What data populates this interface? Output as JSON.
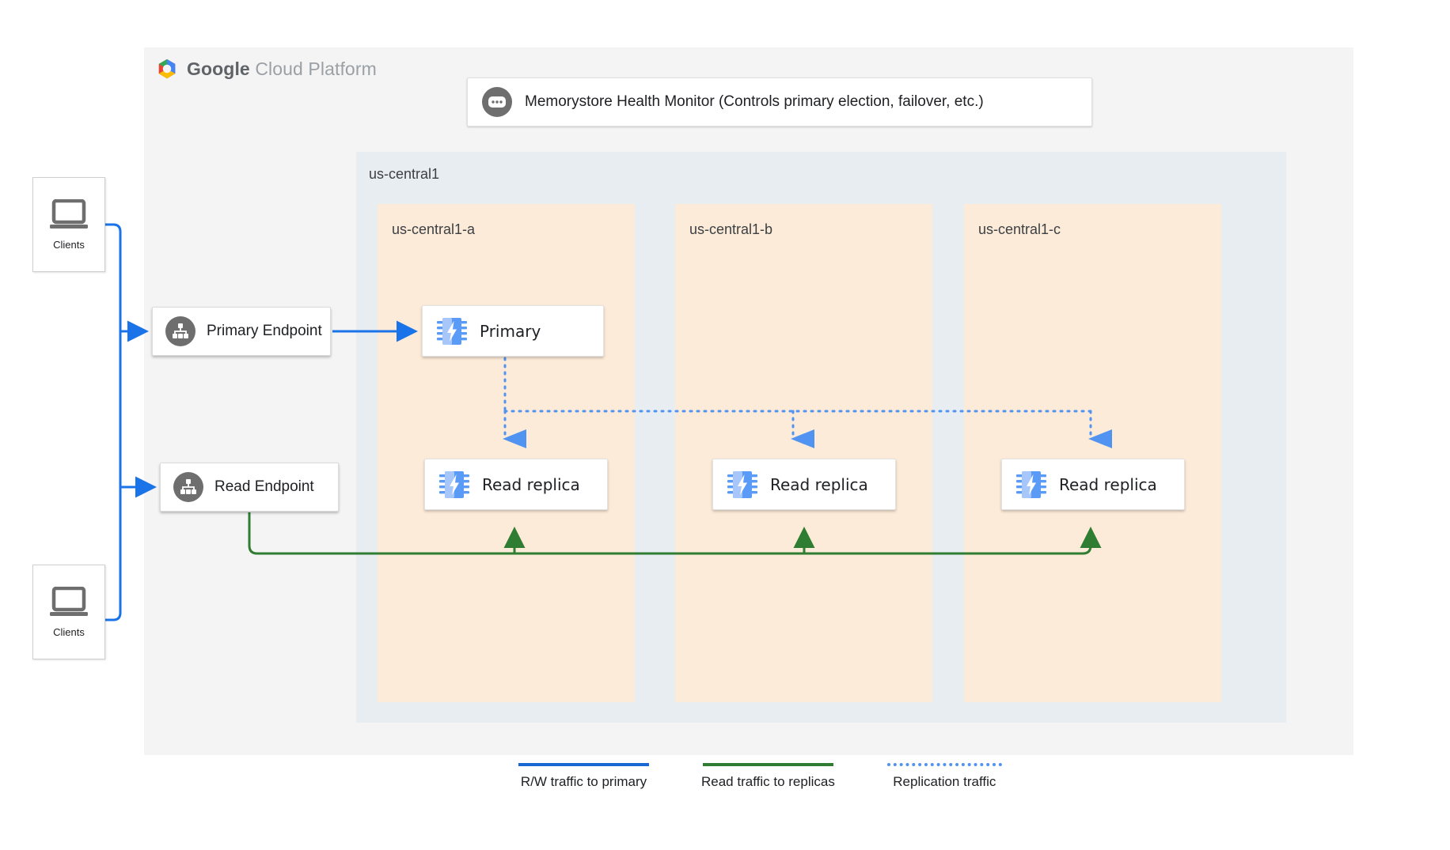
{
  "brand": {
    "name_bold": "Google",
    "name_light": "Cloud Platform",
    "logo_icon": "google-cloud-hexagon-logo"
  },
  "health_monitor": {
    "icon": "health-monitor-icon",
    "label": "Memorystore Health Monitor (Controls primary election, failover, etc.)"
  },
  "region": {
    "label": "us-central1",
    "background_color": "#E8EDF2",
    "zones": [
      {
        "label": "us-central1-a",
        "background_color": "#FDEBD9"
      },
      {
        "label": "us-central1-b",
        "background_color": "#FDEBD9"
      },
      {
        "label": "us-central1-c",
        "background_color": "#FDEBD9"
      }
    ]
  },
  "nodes": {
    "primary": {
      "label": "Primary",
      "icon": "memorystore-chip-icon",
      "zone": "us-central1-a"
    },
    "replica_a": {
      "label": "Read replica",
      "icon": "memorystore-chip-icon",
      "zone": "us-central1-a"
    },
    "replica_b": {
      "label": "Read replica",
      "icon": "memorystore-chip-icon",
      "zone": "us-central1-b"
    },
    "replica_c": {
      "label": "Read replica",
      "icon": "memorystore-chip-icon",
      "zone": "us-central1-c"
    }
  },
  "endpoints": {
    "primary": {
      "label": "Primary Endpoint",
      "icon": "endpoint-network-icon"
    },
    "read": {
      "label": "Read Endpoint",
      "icon": "endpoint-network-icon"
    }
  },
  "clients": [
    {
      "label": "Clients",
      "icon": "laptop-icon"
    },
    {
      "label": "Clients",
      "icon": "laptop-icon"
    }
  ],
  "legend": [
    {
      "label": "R/W traffic to primary",
      "color": "#1967D2",
      "style": "solid"
    },
    {
      "label": "Read traffic to replicas",
      "color": "#2E7D32",
      "style": "solid"
    },
    {
      "label": "Replication traffic",
      "color": "#5193F0",
      "style": "dotted"
    }
  ],
  "colors": {
    "blue_traffic": "#1A73E8",
    "green_traffic": "#2E7D32",
    "replication_blue": "#5193F0",
    "panel_gray": "#F4F4F4",
    "region_blue_gray": "#E8EDF2",
    "zone_peach": "#FDEBD9",
    "icon_gray": "#6E6E6E"
  }
}
